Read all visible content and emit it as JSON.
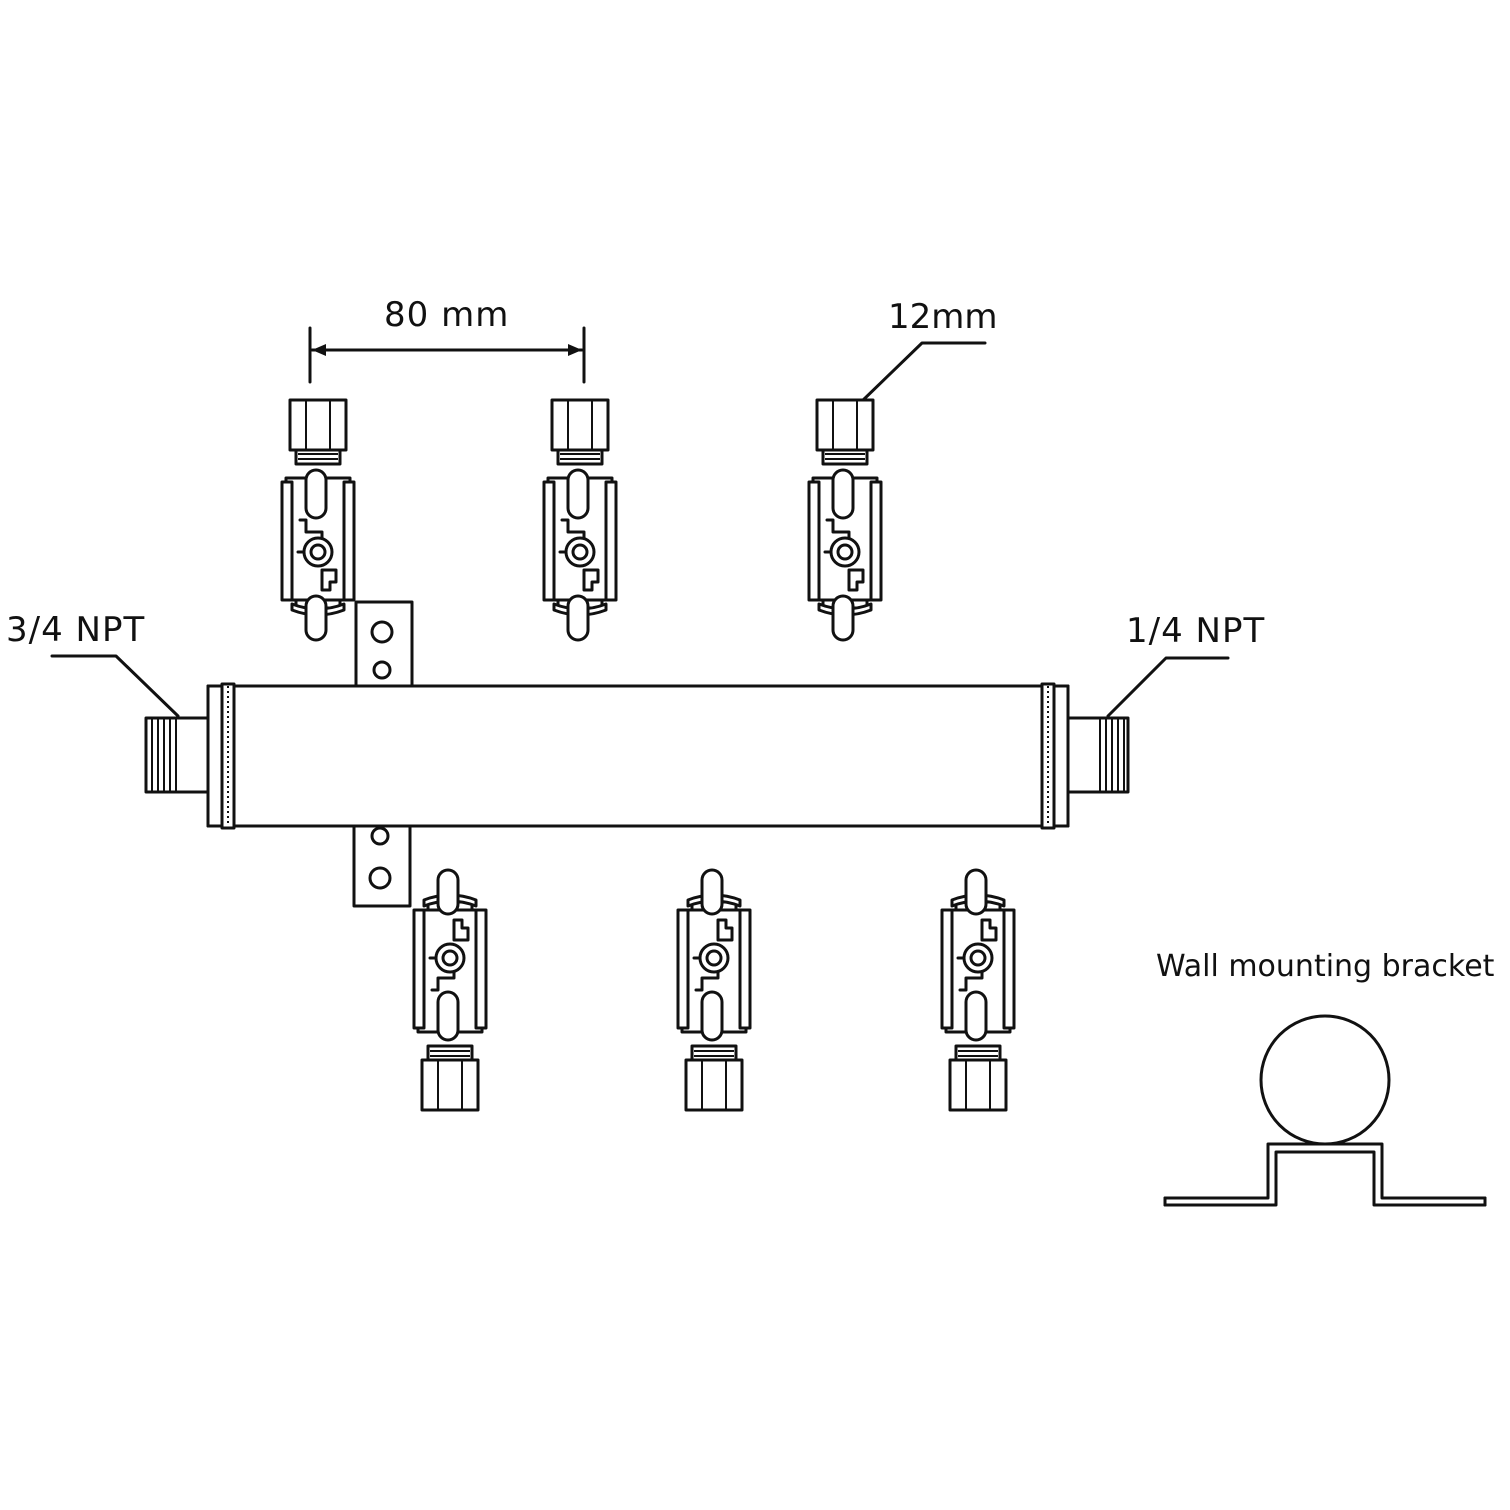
{
  "diagram": {
    "labels": {
      "spacing": "80 mm",
      "port_size": "12mm",
      "inlet": "3/4 NPT",
      "outlet": "1/4 NPT",
      "bracket": "Wall mounting bracket"
    },
    "valves_top": 3,
    "valves_bottom": 3,
    "colors": {
      "line": "#111111",
      "background": "#ffffff"
    }
  }
}
